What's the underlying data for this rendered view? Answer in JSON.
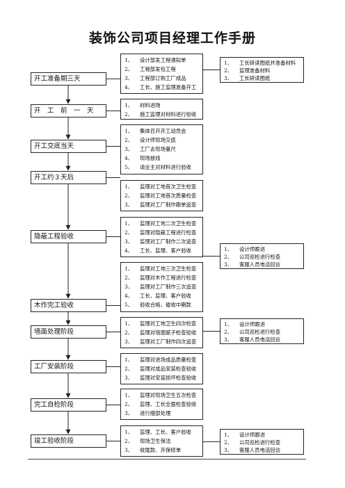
{
  "title": "装饰公司项目经理工作手册",
  "stages": [
    {
      "label": "开工准备期三天",
      "tasks": [
        "设计部发工程通知单",
        "工程部发包工程",
        "工程部订购工厂成品",
        "工长、施工监理准备开工"
      ],
      "notes": [
        "工长研读图纸并准备材料",
        "监理准备材料",
        "工长研读图纸"
      ]
    },
    {
      "label": "开　工　前　一　天",
      "tasks": [
        "材料进场",
        "施工监理对材料进行验收"
      ],
      "notes": []
    },
    {
      "label": "开工交底当天",
      "tasks": [
        "集体召开开工动员会",
        "设计师现场交底",
        "工厂去现场量尺",
        "现场放线",
        "请业主对材料进行验收"
      ],
      "notes": []
    },
    {
      "label": "开工约３天后",
      "tasks": [
        "监理对工地首次卫生检查",
        "监理对工地首次质量检查",
        "监理对工厂制作跟单追查"
      ],
      "notes": []
    },
    {
      "label": "隐蔽工程验收",
      "tasks": [
        "监理对工地二次卫生检查",
        "监理对隐蔽工程进行检查",
        "监理对工厂制作二次追查",
        "工长、监理、客户验收"
      ],
      "notes": [
        "设计师跟进",
        "公司巡检进行检查",
        "客服人员电话回访"
      ]
    },
    {
      "label": "木作完工验收",
      "tasks": [
        "监理对工地三次卫生检查",
        "监理对木作工程进行检查",
        "监理对工厂制作三次追查",
        "工长、监理、客户验收",
        "验收合格，催收中期款"
      ],
      "notes": []
    },
    {
      "label": "墙面处理阶段",
      "tasks": [
        "监理对工地卫生四次检查",
        "监理对墙面腻子检查验收",
        "监理对工厂制作四次追查"
      ],
      "notes": [
        "设计师跟进",
        "公司巡检进行检查",
        "客服人员电话回访"
      ]
    },
    {
      "label": "工厂安装阶段",
      "tasks": [
        "监理对进场成品质量检查",
        "监理对成品安装检查验收",
        "监理对安装损坏检查验收"
      ],
      "notes": []
    },
    {
      "label": "完工自检阶段",
      "tasks": [
        "监理对现场卫生五次检查",
        "监理、工长全面检查验收",
        "进行细部处理"
      ],
      "notes": []
    },
    {
      "label": "竣工验收阶段",
      "tasks": [
        "监理、工长、客户验收",
        "现场卫生保洁",
        "收尾款、开保修单"
      ],
      "notes": [
        "设计师跟进",
        "公司巡检进行检查",
        "客服人员电话回访"
      ]
    }
  ]
}
